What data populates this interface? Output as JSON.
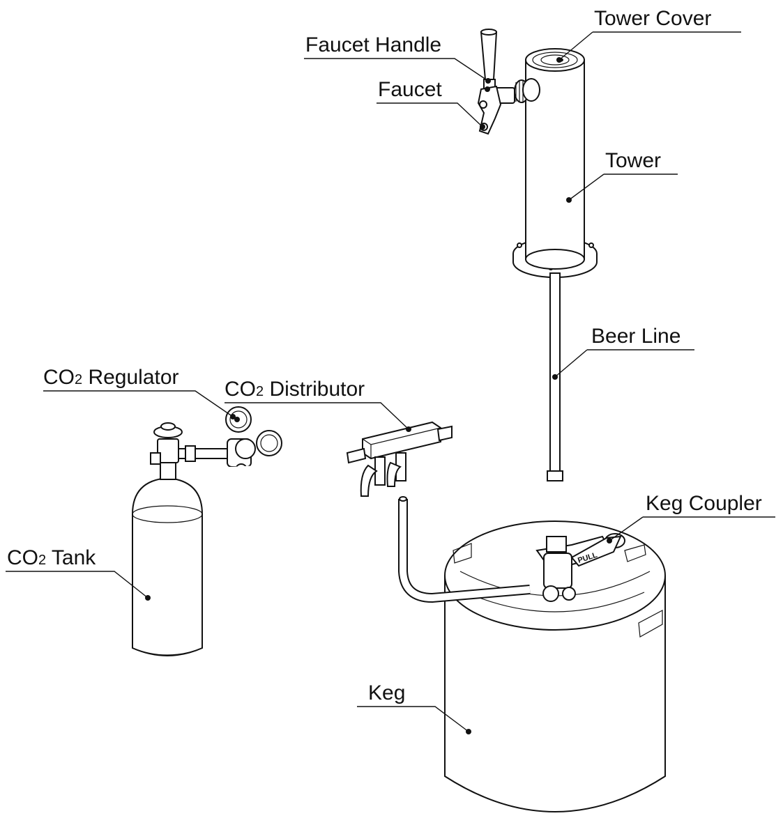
{
  "labels": {
    "tower_cover": "Tower Cover",
    "faucet_handle": "Faucet Handle",
    "faucet": "Faucet",
    "tower": "Tower",
    "beer_line": "Beer Line",
    "co2_regulator_prefix": "CO",
    "co2_regulator_sub": "2",
    "co2_regulator_suffix": " Regulator",
    "co2_distributor_prefix": "CO",
    "co2_distributor_sub": "2",
    "co2_distributor_suffix": " Distributor",
    "keg_coupler": "Keg Coupler",
    "co2_tank_prefix": "CO",
    "co2_tank_sub": "2",
    "co2_tank_suffix": " Tank",
    "keg": "Keg",
    "coupler_marking": "PULL"
  }
}
